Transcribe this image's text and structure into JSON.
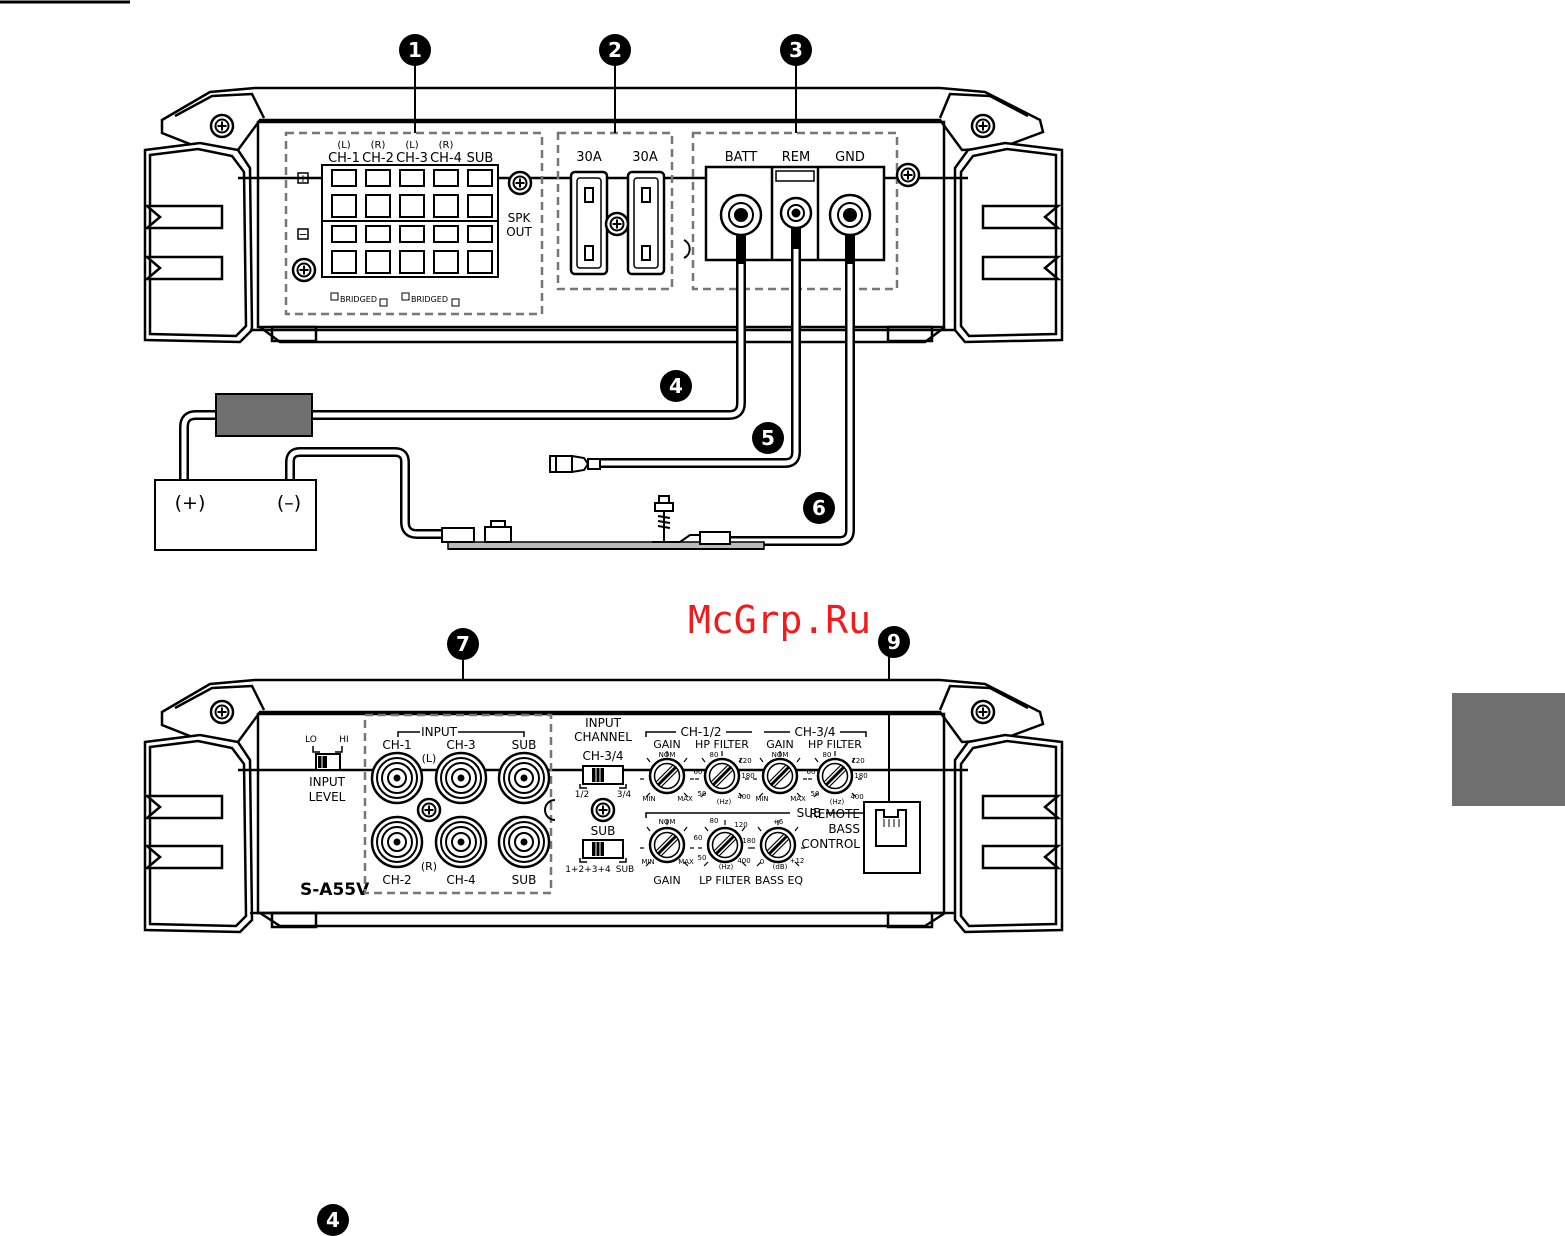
{
  "watermark": "McGrp.Ru",
  "callouts": {
    "c1": "1",
    "c2": "2",
    "c3": "3",
    "c4": "4",
    "c5": "5",
    "c6": "6",
    "c7": "7",
    "c9": "9",
    "c4_bottom": "4"
  },
  "top_panel": {
    "channel_labels": [
      "CH-1",
      "CH-2",
      "CH-3",
      "CH-4",
      "SUB"
    ],
    "side_labels": [
      "(L)",
      "(R)",
      "(L)",
      "(R)"
    ],
    "spk_out": [
      "SPK",
      "OUT"
    ],
    "bridged": [
      "BRIDGED",
      "BRIDGED"
    ],
    "plus_symbol": "+",
    "minus_symbol": "−",
    "fuses": [
      "30A",
      "30A"
    ],
    "power": [
      "BATT",
      "REM",
      "GND"
    ]
  },
  "battery": {
    "plus": "(+)",
    "minus": "(–)"
  },
  "bottom_panel": {
    "input_level": {
      "lo": "LO",
      "hi": "HI",
      "label": [
        "INPUT",
        "LEVEL"
      ]
    },
    "input": {
      "header": "INPUT",
      "top_labels": [
        "CH-1",
        "CH-3",
        "SUB"
      ],
      "bottom_labels": [
        "CH-2",
        "CH-4",
        "SUB"
      ],
      "left_tag": "(L)",
      "right_tag": "(R)"
    },
    "model": "S-A55V",
    "input_channel": {
      "title": [
        "INPUT",
        "CHANNEL"
      ],
      "switch_label": "CH-3/4",
      "pos_left": "1/2",
      "pos_right": "3/4",
      "sub_label": "SUB",
      "sub_left": "1+2+3+4",
      "sub_right": "SUB"
    },
    "ch12": {
      "title": "CH-1/2",
      "gain": "GAIN",
      "hp": "HP FILTER"
    },
    "ch34": {
      "title": "CH-3/4",
      "gain": "GAIN",
      "hp": "HP FILTER"
    },
    "sub_section": {
      "title": "SUB",
      "gain": "GAIN",
      "lp": "LP FILTER",
      "eq": "BASS EQ"
    },
    "knob_marks": {
      "nom": "NOM",
      "min": "MIN",
      "max": "MAX",
      "hz": "(Hz)",
      "db": "(dB)",
      "f50": "50",
      "f60": "60",
      "f80": "80",
      "f120": "120",
      "f180": "180",
      "f400": "400",
      "eq0": "0",
      "eq6": "+6",
      "eq12": "+12"
    },
    "remote": [
      "REMOTE",
      "BASS",
      "CONTROL"
    ]
  }
}
